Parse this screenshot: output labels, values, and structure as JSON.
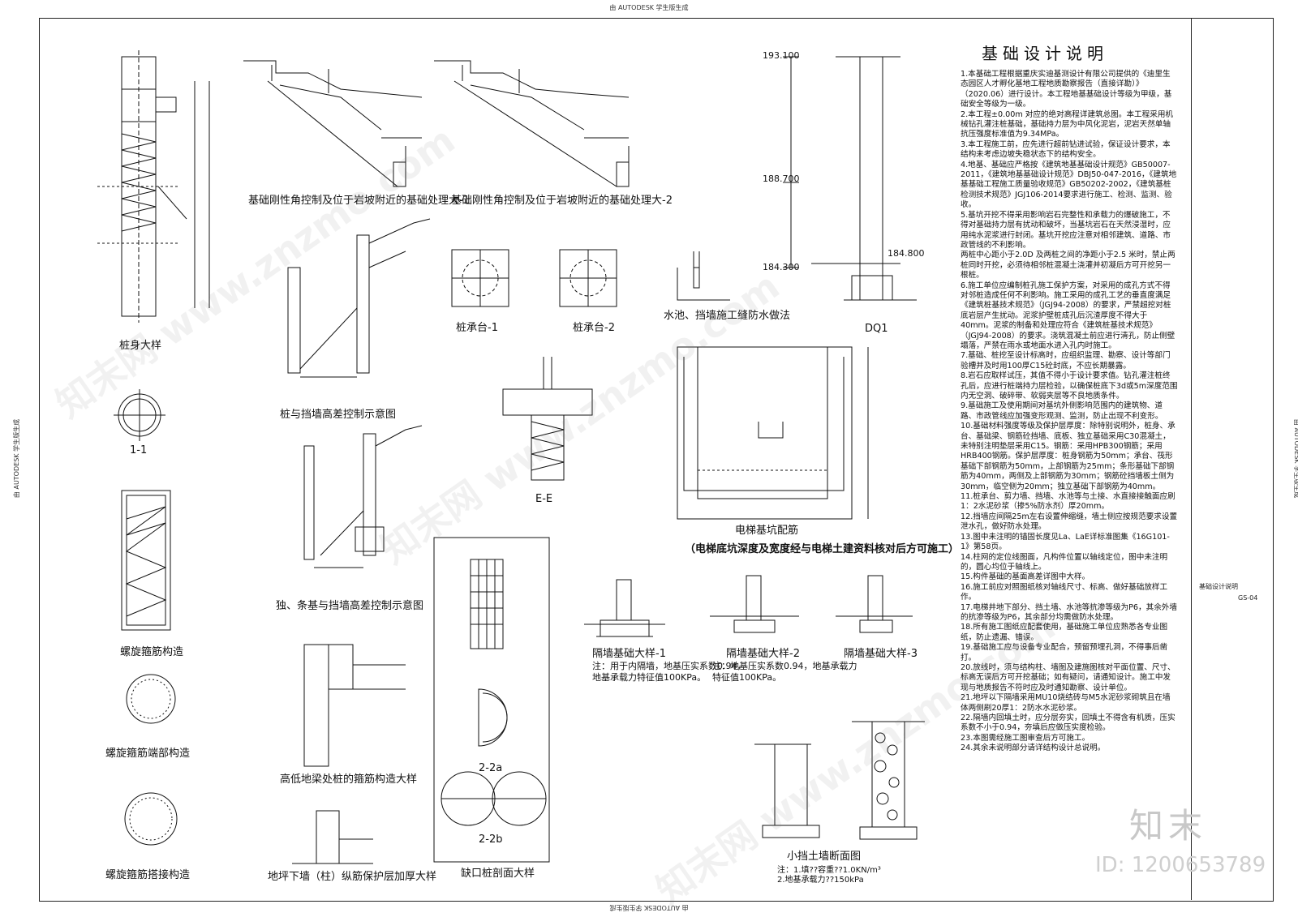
{
  "header_strip": "由 AUTODESK 学生版生成",
  "footer_strip": "由 AUTODESK 学生版生成",
  "side_strip": "由 AUTODESK 学生版生成",
  "captions": {
    "pile_detail": "桩身大样",
    "section_11": "1-1",
    "spiral_stirrup": "螺旋箍筋构造",
    "spiral_end": "螺旋箍筋端部构造",
    "spiral_lap": "螺旋箍筋搭接构造",
    "rigid_angle_1": "基础刚性角控制及位于岩坡附近的基础处理大-1",
    "rigid_angle_2": "基础刚性角控制及位于岩坡附近的基础处理大-2",
    "pile_wall_height": "桩与挡墙高差控制示意图",
    "strip_wall_height": "独、条基与挡墙高差控制示意图",
    "grade_beam": "高低地梁处桩的箍筋构造大样",
    "wall_cover": "地坪下墙（柱）纵筋保护层加厚大样",
    "cap_1": "桩承台-1",
    "cap_2": "桩承台-2",
    "section_ee": "E-E",
    "notch_pile": "缺口桩剖面大样",
    "section_2a": "2-2a",
    "section_2b": "2-2b",
    "pool_joint": "水池、挡墙施工缝防水做法",
    "dq1": "DQ1",
    "elevator_pit": "电梯基坑配筋",
    "elevator_note": "（电梯底坑深度及宽度经与电梯土建资料核对后方可施工）",
    "partition_1": "隔墙基础大样-1",
    "partition_2": "隔墙基础大样-2",
    "partition_3": "隔墙基础大样-3",
    "small_wall": "小挡土墙断面图"
  },
  "small_notes": {
    "partition_1_note": "注：用于内隔墙，地基压实系数0.94，\n地基承载力特征值100KPa。",
    "partition_2_note": "注：地基压实系数0.94，地基承载力\n特征值100KPa。",
    "small_wall_note": "注：1.填??容重??1.0KN/m³\n2.地基承载力??150kPa"
  },
  "levels": {
    "l1": "193.100",
    "l2": "188.700",
    "l3": "184.300",
    "l4": "184.800"
  },
  "notes_title": "基础设计说明",
  "notes": [
    "1.本基础工程根据重庆实迪基测设计有限公司提供的《迪里生态园区人才孵化基地工程地质勘察报告（直接详勘）》（2020.06）进行设计。本工程地基基础设计等级为甲级，基础安全等级为一级。",
    "2.本工程±0.00m 对应的绝对高程详建筑总图。本工程采用机械钻孔灌注桩基础，基础持力层为中风化泥岩，泥岩天然单轴抗压强度标准值为9.34MPa。",
    "3.本工程施工前，应先进行超前钻进试验，保证设计要求，本结构未考虑边坡失稳状态下的结构安全。",
    "4.地基、基础应严格按《建筑地基基础设计规范》GB50007-2011，《建筑地基基础设计规范》DBJ50-047-2016，《建筑地基基础工程施工质量验收规范》GB50202-2002，《建筑基桩检测技术规范》JGJ106-2014要求进行施工、检测、监测、验收。",
    "5.基坑开挖不得采用影响岩石完整性和承载力的爆破施工，不得对基础持力层有扰动和破坏，当基坑岩石在天然浸湿时，应用纯水泥浆进行封闭。基坑开挖应注意对相邻建筑、道路、市政管线的不利影响。",
    "两桩中心距小于2.0D 及两桩之间的净距小于2.5 米时，禁止两桩同时开挖，必须待相邻桩混凝土浇灌并初凝后方可开挖另一根桩。",
    "6.施工单位应编制桩孔施工保护方案，对采用的成孔方式不得对邻桩造成任何不利影响。施工采用的成孔工艺的垂直度满足《建筑桩基技术规范》（JGJ94-2008）的要求，严禁超挖对桩底岩层产生扰动。泥浆护壁桩成孔后沉渣厚度不得大于40mm。泥浆的制备和处理应符合《建筑桩基技术规范》（JGJ94-2008）的要求。浇筑混凝土前应进行清孔，防止侧壁塌落，严禁在雨水或地面水进入孔内时施工。",
    "7.基础、桩挖至设计标高时，应组织监理、勘察、设计等部门验槽并及时用100厚C15砼封底，不应长期暴露。",
    "8.岩石应取样试压，其值不得小于设计要求值。钻孔灌注桩终孔后，应进行桩端持力层检验，以确保桩底下3d或5m深度范围内无空洞、破碎带、软弱夹层等不良地质条件。",
    "9.基础施工及使用期间对基坑外侧影响范围内的建筑物、道路、市政管线应加强变形观测、监测，防止出现不利变形。",
    "10.基础材料强度等级及保护层厚度：除特别说明外，桩身、承台、基础梁、钢筋砼挡墙、底板、独立基础采用C30混凝土，未特别注明垫层采用C15。钢筋：采用HPB300钢筋；采用HRB400钢筋。保护层厚度：桩身钢筋为50mm；承台、筏形基础下部钢筋为50mm，上部钢筋为25mm；条形基础下部钢筋为40mm，两侧及上部钢筋为30mm；钢筋砼挡墙板土侧为30mm，临空侧为20mm；独立基础下部钢筋为40mm。",
    "11.桩承台、剪力墙、挡墙、水池等与土接、水直接接触面应刷1：2水泥砂浆（掺5%防水剂）厚20mm。",
    "12.挡墙应间隔25m左右设置伸缩缝，墙土侧应按规范要求设置泄水孔，做好防水处理。",
    "13.图中未注明的锚固长度见La、LaE详标准图集《16G101-1》第58页。",
    "14.柱网的定位线图面，凡构件位置以轴线定位，图中未注明的，圆心均位于轴线上。",
    "15.构件基础的基面高差详图中大样。",
    "16.施工前应对照图纸核对轴线尺寸、标高、做好基础放样工作。",
    "17.电梯井地下部分、挡土墙、水池等抗渗等级为P6，其余外墙的抗渗等级为P6，其余部分均需做防水处理。",
    "18.所有施工图纸应配套使用，基础施工单位应熟悉各专业图纸，防止遗漏、错误。",
    "19.基础施工应与设备专业配合，预留预埋孔洞，不得事后凿打。",
    "20.放线时，须与结构柱、墙图及建施图核对平面位置、尺寸、标高无误后方可开挖基础；如有疑问，请通知设计。施工中发现与地质报告不符时应及时通知勘察、设计单位。",
    "21.地坪以下隔墙采用MU10烧结砖与M5水泥砂浆砌筑且在墙体两侧刷20厚1：2防水水泥砂浆。",
    "22.隔墙内回填土时，应分层夯实，回填土不得含有机质，压实系数不小于0.94，夯填后应做压实度检验。",
    "23.本图需经施工图审查后方可施工。",
    "24.其余未说明部分请详结构设计总说明。"
  ],
  "title_block": {
    "drawing_no": "GS-04",
    "label": "基础设计说明"
  },
  "watermark": "知末网 www.znzmo.com",
  "brand": "知末",
  "image_id": "ID: 1200653789"
}
